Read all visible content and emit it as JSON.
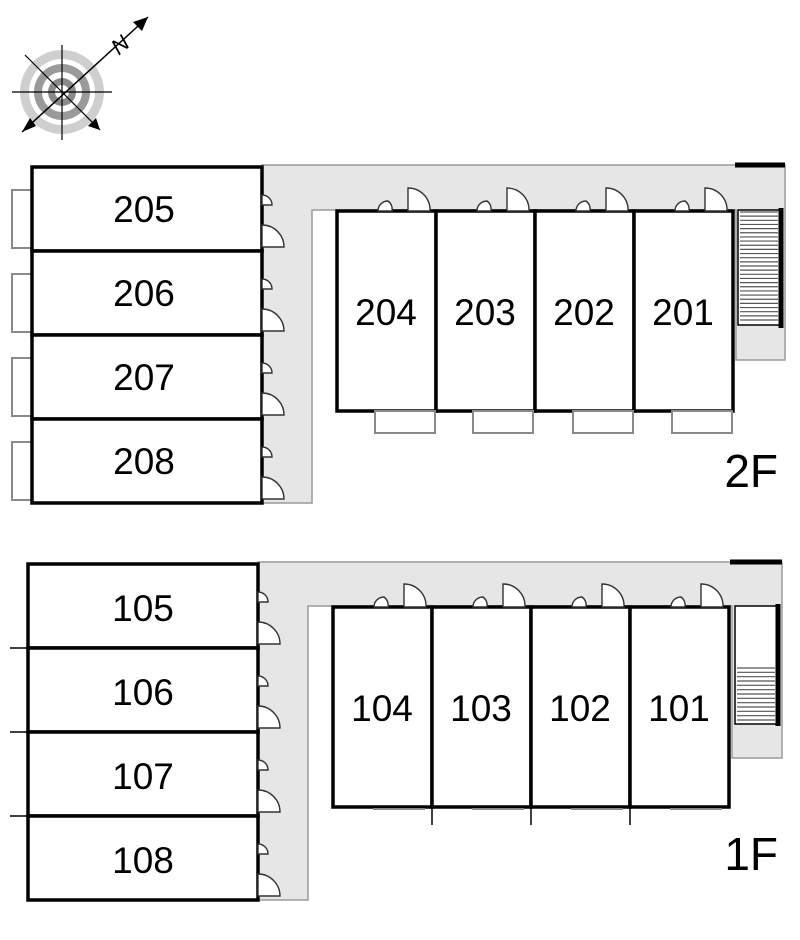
{
  "compass": {
    "icon": "compass-rose-icon",
    "north_label": "N"
  },
  "floors": [
    {
      "id": "2F",
      "label": "2F",
      "west_rooms": [
        "205",
        "206",
        "207",
        "208"
      ],
      "east_rooms": [
        "204",
        "203",
        "202",
        "201"
      ]
    },
    {
      "id": "1F",
      "label": "1F",
      "west_rooms": [
        "105",
        "106",
        "107",
        "108"
      ],
      "east_rooms": [
        "104",
        "103",
        "102",
        "101"
      ]
    }
  ],
  "colors": {
    "corridor": "#e6e6e6",
    "wall": "#000000",
    "balcony_outline": "#8a8a8a"
  }
}
